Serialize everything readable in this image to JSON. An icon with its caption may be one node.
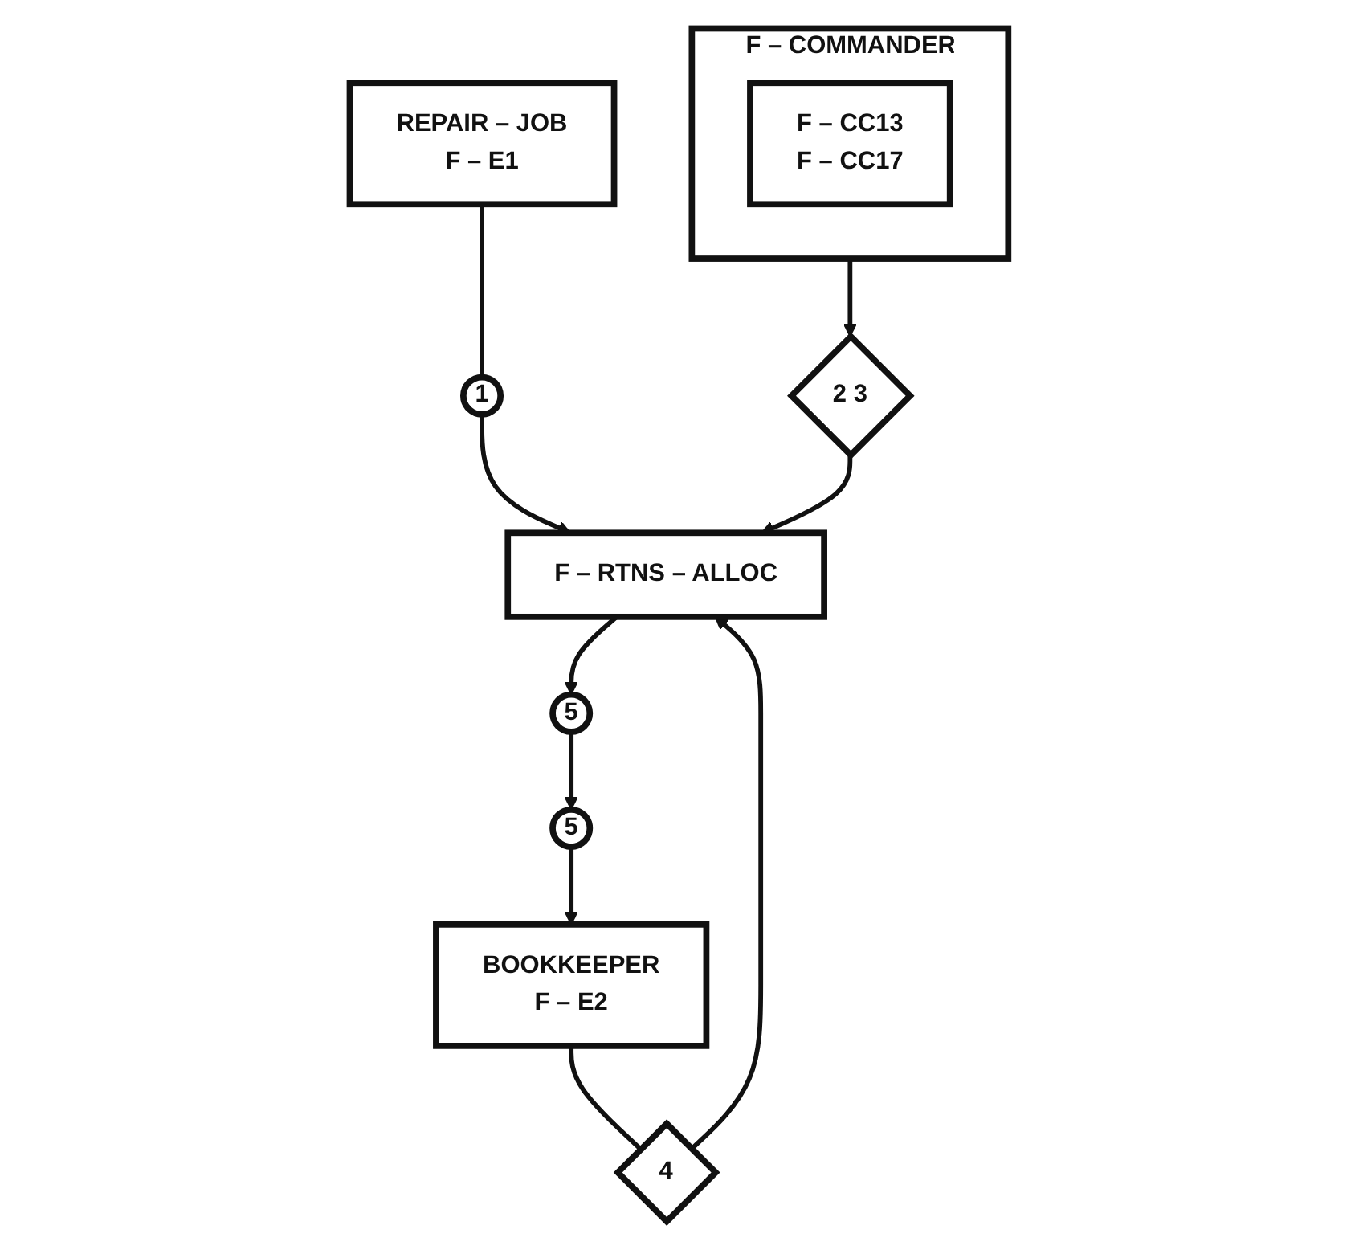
{
  "diagram": {
    "nodes": [
      {
        "text": [
          "REPAIR – JOB",
          "F – E1"
        ]
      },
      {
        "text": [
          "BOOKKEEPER",
          "F – E2"
        ]
      },
      {
        "text": [
          "5"
        ]
      },
      {
        "text": [
          "1"
        ]
      },
      {
        "text": [
          "4"
        ]
      },
      {
        "text": [
          "2 3"
        ]
      },
      {
        "text": [
          "F – RTNS – ALLOC"
        ]
      },
      {
        "text": [
          "5"
        ]
      },
      {
        "text": [
          "F – COMMANDER"
        ]
      },
      {
        "text": [
          "F – CC13",
          "F – CC17"
        ],
        "in": 8
      }
    ],
    "edges": [
      {
        "from": 0,
        "to": 3,
        "arrow": "none"
      },
      {
        "from": 3,
        "to": 6,
        "arrow": "to"
      },
      {
        "from": 1,
        "to": 4,
        "arrow": "none"
      },
      {
        "from": 4,
        "to": 6,
        "arrow": "to"
      },
      {
        "from": 8,
        "to": 5,
        "arrow": "to"
      },
      {
        "from": 5,
        "to": 6,
        "arrow": "to"
      },
      {
        "from": 6,
        "to": 7,
        "arrow": "to"
      },
      {
        "from": 7,
        "to": 2,
        "arrow": "to"
      },
      {
        "from": 2,
        "to": 1,
        "arrow": "to"
      }
    ]
  }
}
